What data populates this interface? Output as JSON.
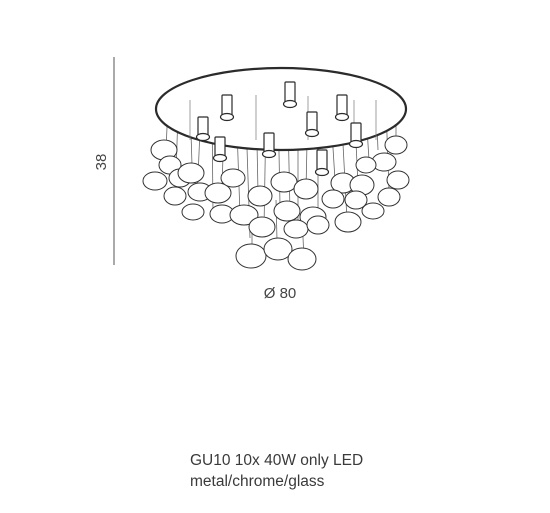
{
  "dimensions": {
    "height": "38",
    "diameter": "Ø 80"
  },
  "specs": {
    "bulbs": "GU10 10x 40W only LED",
    "materials": "metal/chrome/glass"
  },
  "colors": {
    "line": "#2b2b2b",
    "canopy_fill": "#ffffff",
    "dimension_line": "#555555"
  }
}
